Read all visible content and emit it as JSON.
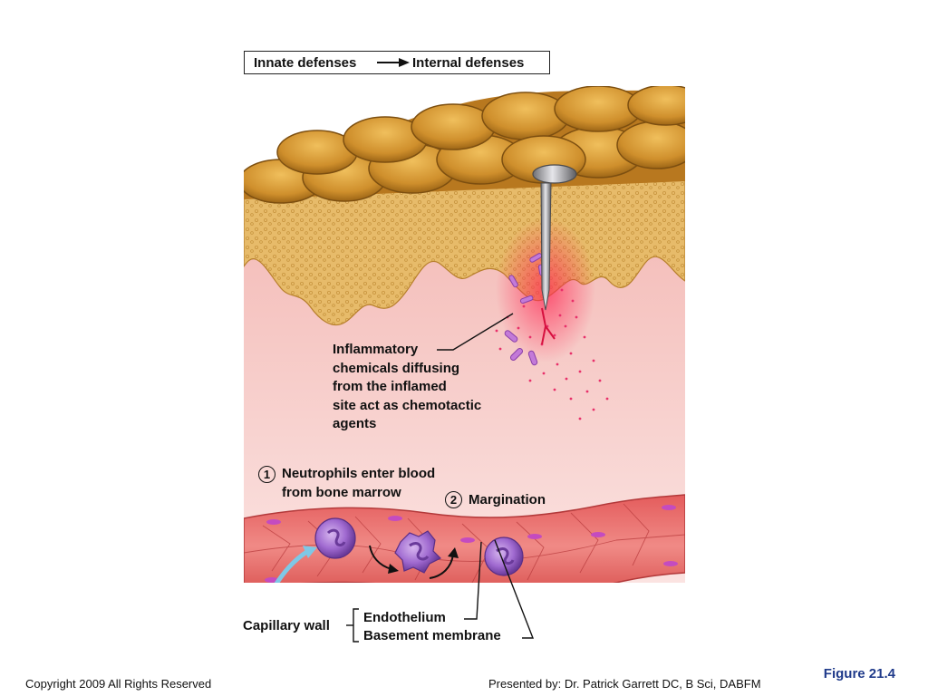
{
  "header": {
    "from_label": "Innate defenses",
    "to_label": "Internal defenses"
  },
  "labels": {
    "inflammatory": [
      "Inflammatory",
      "chemicals diffusing",
      "from the inflamed",
      "site act as chemotactic",
      "agents"
    ],
    "step1_number": "1",
    "step1_text": [
      "Neutrophils enter blood",
      "from bone marrow"
    ],
    "step2_number": "2",
    "step2_text": "Margination",
    "capillary_wall": "Capillary wall",
    "endothelium": "Endothelium",
    "basement_membrane": "Basement membrane"
  },
  "footer": {
    "copyright": "Copyright 2009 All Rights Reserved",
    "presenter": "Presented by: Dr. Patrick Garrett DC, B Sci, DABFM",
    "figure": "Figure 21.4"
  },
  "colors": {
    "skin_surface": "#c98a26",
    "epidermis": "#e2b35e",
    "dermis": "#f4c4c0",
    "capillary": "#e26a6a",
    "neutrophil": "#9a5ac8",
    "chemicals": "#e8306a",
    "arrow_blue": "#7fc8e6",
    "figure_label": "#1f3a8a"
  }
}
